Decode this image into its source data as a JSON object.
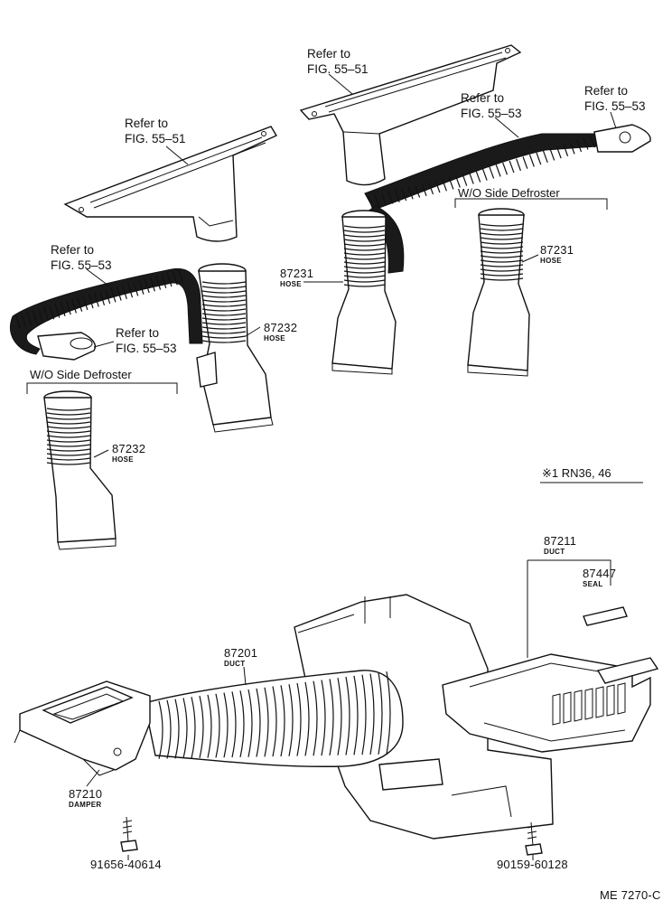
{
  "refs": {
    "r1": {
      "line1": "Refer to",
      "line2": "FIG. 55–51"
    },
    "r2": {
      "line1": "Refer to",
      "line2": "FIG. 55–51"
    },
    "r3": {
      "line1": "Refer to",
      "line2": "FIG. 55–53"
    },
    "r4": {
      "line1": "Refer to",
      "line2": "FIG. 55–53"
    },
    "r5": {
      "line1": "Refer to",
      "line2": "FIG. 55–53"
    },
    "r6": {
      "line1": "Refer to",
      "line2": "FIG. 55–53"
    }
  },
  "groups": {
    "wo_right": "W/O Side Defroster",
    "wo_left": "W/O Side Defroster",
    "model_note": "※1 RN36, 46"
  },
  "parts": [
    {
      "id": "p87231a",
      "number": "87231",
      "name": "HOSE"
    },
    {
      "id": "p87231b",
      "number": "87231",
      "name": "HOSE"
    },
    {
      "id": "p87232a",
      "number": "87232",
      "name": "HOSE"
    },
    {
      "id": "p87232b",
      "number": "87232",
      "name": "HOSE"
    },
    {
      "id": "p87211",
      "number": "87211",
      "name": "DUCT"
    },
    {
      "id": "p87447",
      "number": "87447",
      "name": "SEAL"
    },
    {
      "id": "p87201",
      "number": "87201",
      "name": "DUCT"
    },
    {
      "id": "p87210",
      "number": "87210",
      "name": "DAMPER"
    },
    {
      "id": "p91656",
      "number": "91656-40614",
      "name": ""
    },
    {
      "id": "p90159",
      "number": "90159-60128",
      "name": ""
    }
  ],
  "figure_code": "ME 7270-C"
}
